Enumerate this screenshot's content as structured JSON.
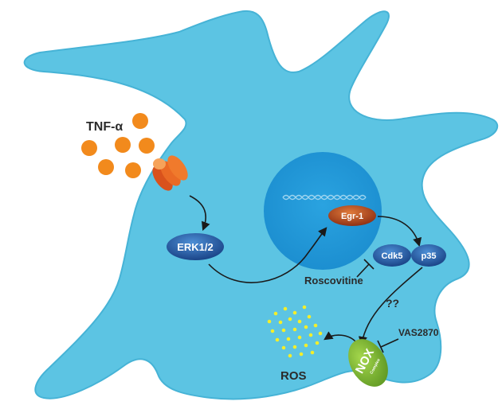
{
  "labels": {
    "tnf": "TNF-α",
    "erk": "ERK1/2",
    "egr1": "Egr-1",
    "cdk5": "Cdk5",
    "p35": "p35",
    "roscovitine": "Roscovitine",
    "unknown": "??",
    "vas2870": "VAS2870",
    "ros": "ROS",
    "nox": "NOX",
    "nox_sub": "Complex"
  },
  "colors": {
    "cell": "#5cc4e3",
    "nucleus": "#1f95d6",
    "tnf_ligand": "#f28a1c",
    "receptor": "#e0571f",
    "protein_pill": "#1f5fa8",
    "egr1_pill": "#b8461f",
    "nox": "#7cb82f",
    "ros_dots": "#f4ee2a",
    "arrow": "#1a1a1a"
  }
}
